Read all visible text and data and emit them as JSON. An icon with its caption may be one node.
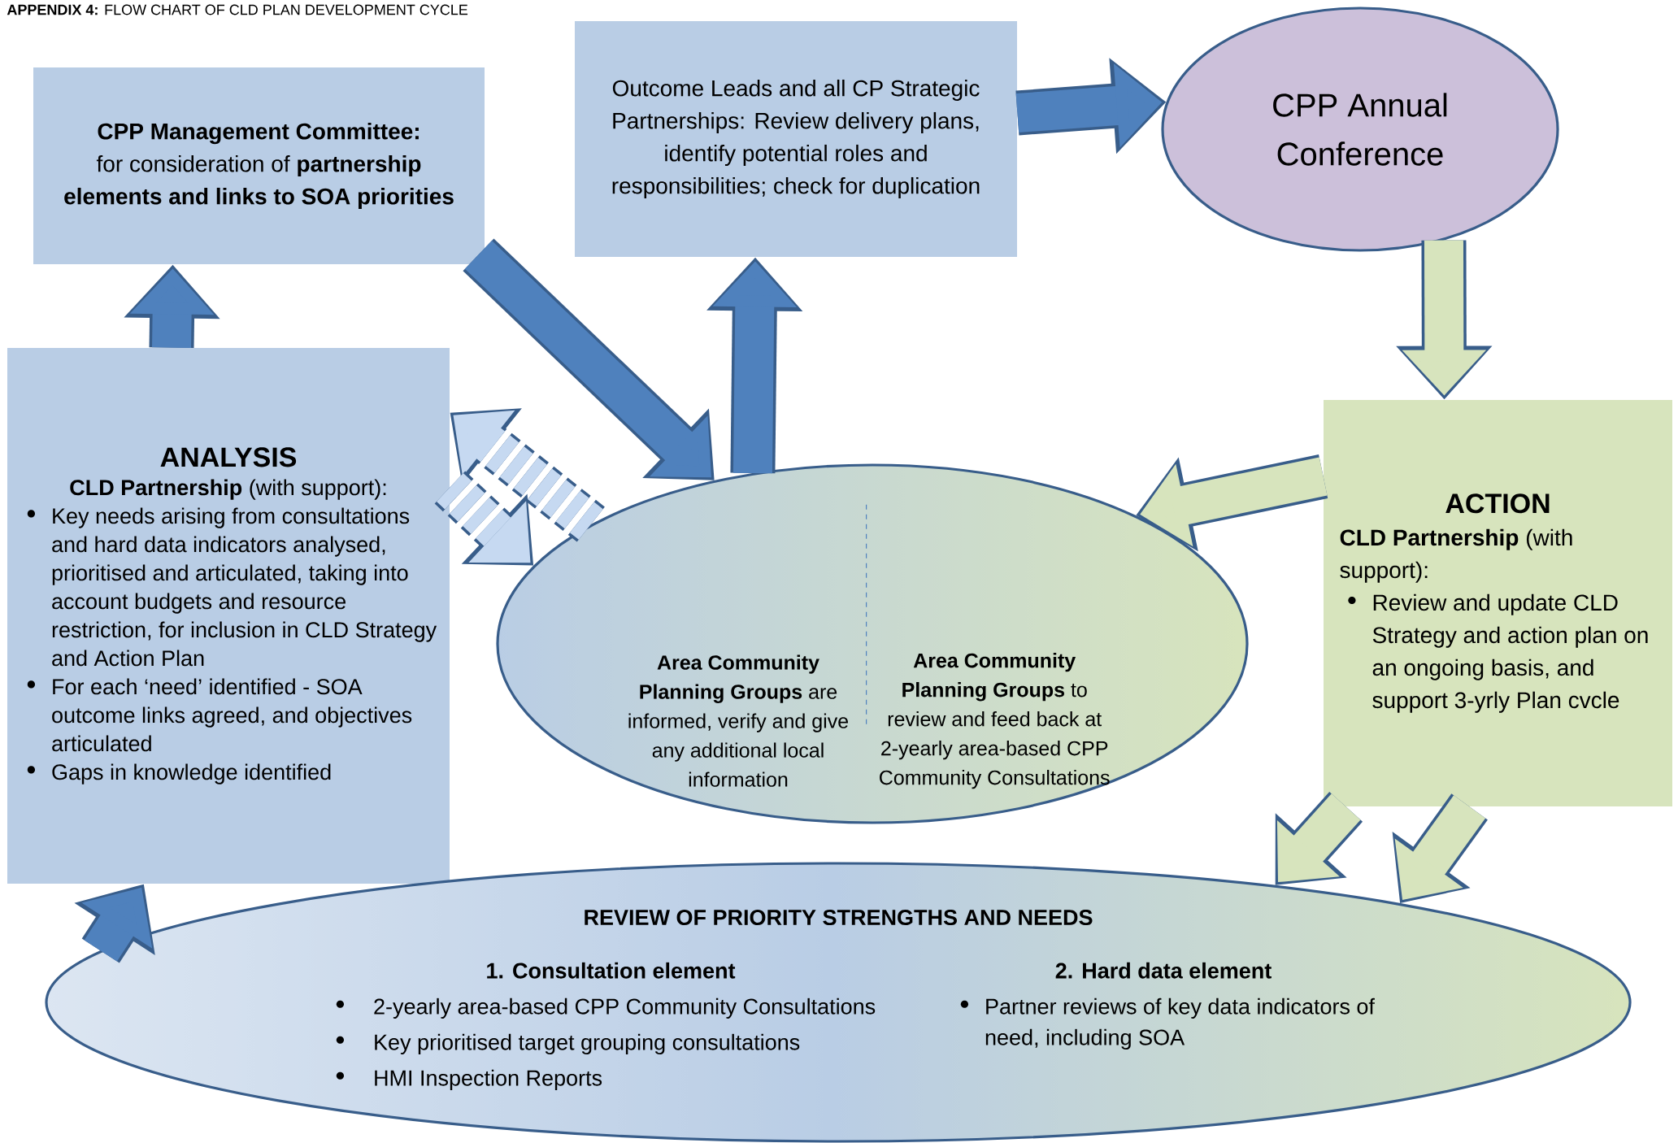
{
  "diagram": {
    "title": "**APPENDIX 4:** FLOW CHART OF CLD PLAN DEVELOPMENT CYCLE",
    "nodes": [
      {
        "text": [
          "CPP Management Committee:",
          "for consideration of **partnership elements and links to SOA priorities**"
        ]
      },
      {
        "text": [
          "Outcome Leads and all CP Strategic Partnerships:  Review delivery plans, identify potential roles and responsibilities; check for duplication"
        ]
      },
      {
        "text": [
          "CPP Annual Conference"
        ]
      },
      {
        "text": [
          "ANALYSIS",
          "**CLD Partnership** (with support):",
          "Key needs arising from consultations and hard data indicators analysed, prioritised and articulated, taking into account budgets and resource restriction, for inclusion in CLD Strategy and Action Plan",
          "For each ‘need’ identified - SOA outcome links agreed, and objectives articulated",
          "Gaps in knowledge identified"
        ]
      },
      {
        "text": [
          "**Area Community Planning Groups** are informed, verify and give any additional local information",
          "**Area Community Planning Groups** to review and feed back at 2-yearly area-based CPP Community Consultations"
        ]
      },
      {
        "text": [
          "ACTION",
          "**CLD Partnership** (with support):",
          "Review and update CLD Strategy and action plan on an ongoing basis, and support 3-yrly Plan cvcle"
        ]
      },
      {
        "text": [
          "REVIEW OF PRIORITY STRENGTHS AND NEEDS",
          "1.  Consultation element",
          "2-yearly area-based CPP Community Consultations",
          "Key prioritised target grouping consultations",
          "HMI Inspection Reports",
          "2.  Hard data element",
          "Partner reviews of key data indicators of need, including SOA"
        ]
      }
    ],
    "edges": [
      {
        "from": 3,
        "to": 0,
        "arrow": "to"
      },
      {
        "from": 0,
        "to": 4,
        "arrow": "to"
      },
      {
        "from": 4,
        "to": 1,
        "arrow": "to"
      },
      {
        "from": 1,
        "to": 2,
        "arrow": "to"
      },
      {
        "from": 2,
        "to": 5,
        "arrow": "to",
        "color": "#d7e4bd"
      },
      {
        "from": 5,
        "to": 4,
        "arrow": "to",
        "color": "#d7e4bd"
      },
      {
        "from": 5,
        "to": 6,
        "arrow": "to",
        "color": "#d7e4bd"
      },
      {
        "from": 5,
        "to": 6,
        "arrow": "to",
        "color": "#d7e4bd"
      },
      {
        "from": 6,
        "to": 3,
        "arrow": "to"
      },
      {
        "from": 4,
        "to": 3,
        "arrow": "to",
        "style": "dashed",
        "color": "#c6d9f1"
      },
      {
        "from": 3,
        "to": 4,
        "arrow": "to",
        "style": "dashed",
        "color": "#c6d9f1"
      }
    ]
  }
}
